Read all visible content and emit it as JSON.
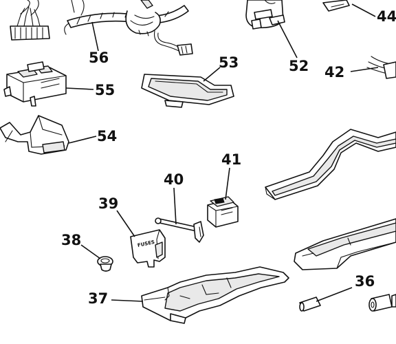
{
  "diagram": {
    "callouts": [
      {
        "id": "c56",
        "label": "56"
      },
      {
        "id": "c53",
        "label": "53"
      },
      {
        "id": "c52",
        "label": "52"
      },
      {
        "id": "c42",
        "label": "42"
      },
      {
        "id": "c44",
        "label": "44"
      },
      {
        "id": "c55",
        "label": "55"
      },
      {
        "id": "c54",
        "label": "54"
      },
      {
        "id": "c41",
        "label": "41"
      },
      {
        "id": "c40",
        "label": "40"
      },
      {
        "id": "c39",
        "label": "39"
      },
      {
        "id": "c38",
        "label": "38"
      },
      {
        "id": "c37",
        "label": "37"
      },
      {
        "id": "c36",
        "label": "36"
      }
    ],
    "fuse_cover_text": "FUSES"
  }
}
